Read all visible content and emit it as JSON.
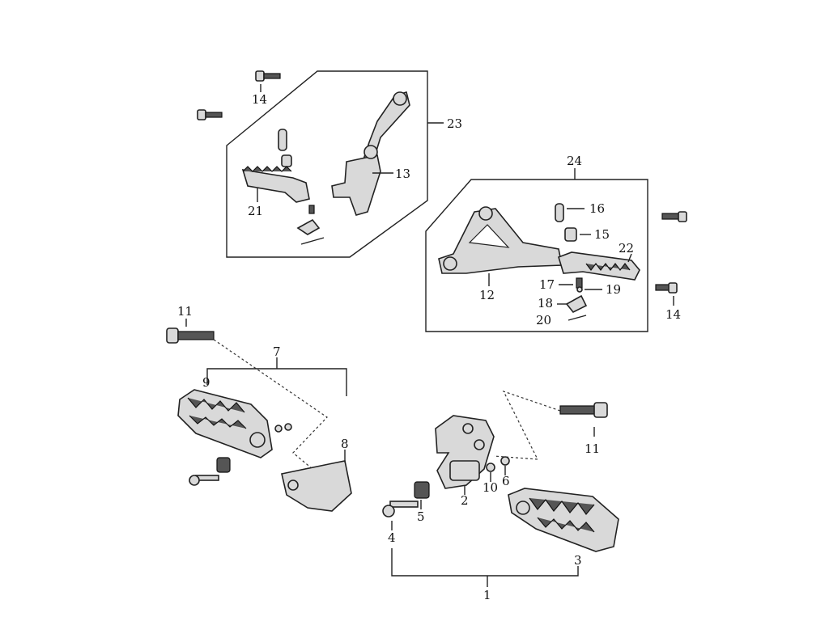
{
  "labels": {
    "l1": "1",
    "l2": "2",
    "l3": "3",
    "l4": "4",
    "l5": "5",
    "l6": "6",
    "l7": "7",
    "l8": "8",
    "l9": "9",
    "l10": "10",
    "l11a": "11",
    "l11b": "11",
    "l12": "12",
    "l13": "13",
    "l14a": "14",
    "l14b": "14",
    "l15": "15",
    "l16": "16",
    "l17": "17",
    "l18": "18",
    "l19": "19",
    "l20": "20",
    "l21": "21",
    "l22": "22",
    "l23": "23",
    "l24": "24"
  }
}
